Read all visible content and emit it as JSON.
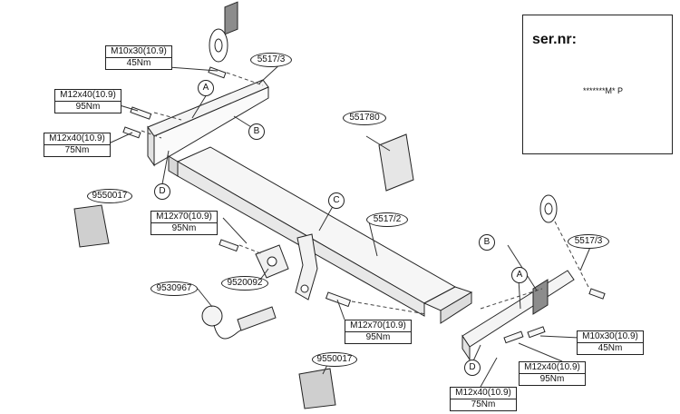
{
  "warning": {
    "title": "ser.nr:",
    "plate_code": "*******M* P"
  },
  "parts": {
    "bolt_m10x30_left": {
      "spec": "M10x30(10.9)",
      "torque": "45Nm"
    },
    "bolt_m12x40_left_1": {
      "spec": "M12x40(10.9)",
      "torque": "95Nm"
    },
    "bolt_m12x40_left_2": {
      "spec": "M12x40(10.9)",
      "torque": "75Nm"
    },
    "bolt_m12x70_left": {
      "spec": "M12x70(10.9)",
      "torque": "95Nm"
    },
    "bolt_m12x70_center": {
      "spec": "M12x70(10.9)",
      "torque": "95Nm"
    },
    "bolt_m10x30_right": {
      "spec": "M10x30(10.9)",
      "torque": "45Nm"
    },
    "bolt_m12x40_right_1": {
      "spec": "M12x40(10.9)",
      "torque": "95Nm"
    },
    "bolt_m12x40_right_2": {
      "spec": "M12x40(10.9)",
      "torque": "75Nm"
    }
  },
  "part_numbers": {
    "bracket_left": "5517/3",
    "bracket_right": "5517/3",
    "crossbar": "5517/2",
    "kit": "551780",
    "spacer_top": "9550017",
    "spacer_bottom": "9550017",
    "electric_plate": "9520092",
    "towball": "9530967"
  },
  "markers": {
    "a_left": "A",
    "b_left": "B",
    "d_left": "D",
    "c": "C",
    "a_right": "A",
    "b_right": "B",
    "d_right": "D"
  },
  "colors": {
    "line": "#222222",
    "fill_light": "#f2f2f2",
    "fill_dark": "#9a9a9a"
  }
}
